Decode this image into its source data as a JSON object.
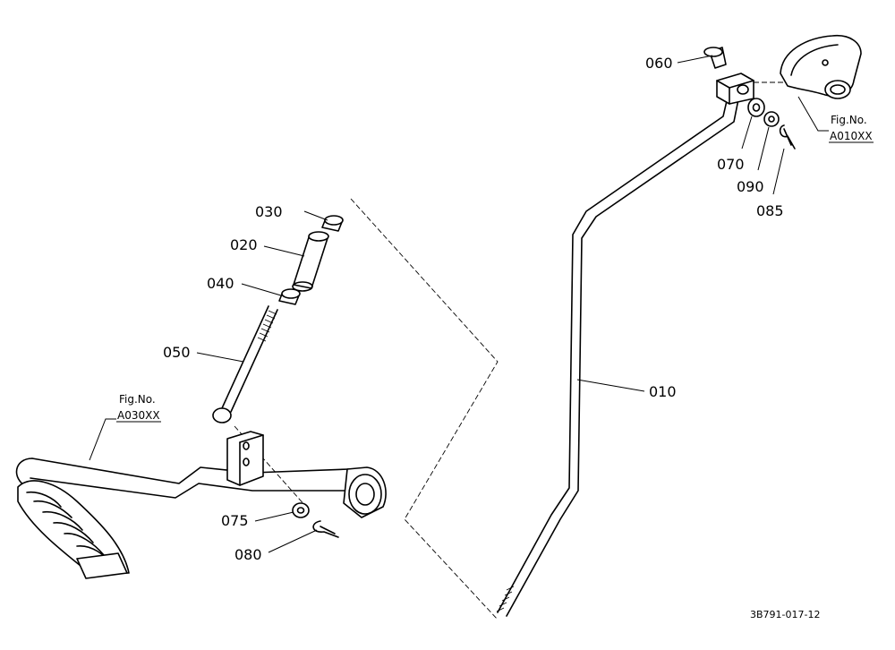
{
  "parts": [
    {
      "id": "p010",
      "label": "010"
    },
    {
      "id": "p020",
      "label": "020"
    },
    {
      "id": "p030",
      "label": "030"
    },
    {
      "id": "p040",
      "label": "040"
    },
    {
      "id": "p050",
      "label": "050"
    },
    {
      "id": "p060",
      "label": "060"
    },
    {
      "id": "p070",
      "label": "070"
    },
    {
      "id": "p075",
      "label": "075"
    },
    {
      "id": "p080",
      "label": "080"
    },
    {
      "id": "p085",
      "label": "085"
    },
    {
      "id": "p090",
      "label": "090"
    }
  ],
  "refs": {
    "right": {
      "line1": "Fig.No.",
      "line2": "A010XX"
    },
    "left": {
      "line1": "Fig.No.",
      "line2": "A030XX"
    }
  },
  "diagram_code": "3B791-017-12"
}
